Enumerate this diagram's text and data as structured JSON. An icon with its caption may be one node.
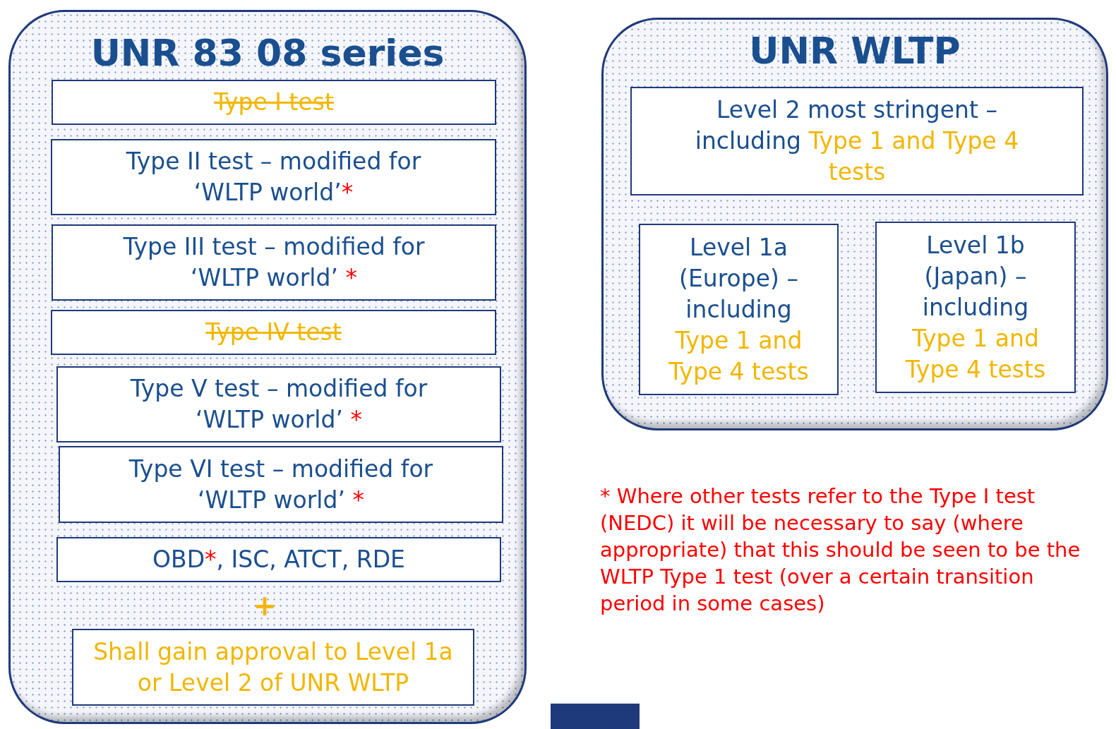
{
  "diagram": {
    "nodes": [
      {
        "text": [
          "UNR 83 08 series"
        ]
      },
      {
        "text": [
          "Type I test"
        ],
        "in": 0
      },
      {
        "text": [
          "Type II test – modified for ‘WLTP world’*"
        ],
        "in": 0
      },
      {
        "text": [
          "Type III test – modified for ‘WLTP world’ *"
        ],
        "in": 0
      },
      {
        "text": [
          "Type IV test"
        ],
        "in": 0
      },
      {
        "text": [
          "Type V test – modified for ‘WLTP world’ *"
        ],
        "in": 0
      },
      {
        "text": [
          "Type VI test – modified for ‘WLTP world’ *"
        ],
        "in": 0
      },
      {
        "text": [
          "OBD*, ISC, ATCT, RDE"
        ],
        "in": 0
      },
      {
        "text": [
          "Shall gain approval to Level 1a or Level 2 of UNR WLTP"
        ],
        "in": 0
      },
      {
        "text": [
          "UNR WLTP"
        ]
      },
      {
        "text": [
          "Level 2 most stringent – including Type 1 and Type 4 tests"
        ],
        "in": 9
      },
      {
        "text": [
          "Level 1a (Europe) – including Type 1 and Type 4 tests"
        ],
        "in": 9
      },
      {
        "text": [
          "Level 1b (Japan) – including Type 1 and Type 4 tests"
        ],
        "in": 9
      },
      {
        "text": [],
        "shape": "bar"
      }
    ],
    "labels": [
      "+",
      "* Where other tests refer to the Type I test (NEDC) it will be necessary to say (where appropriate) that this should be seen to be the WLTP Type 1 test (over a certain transition period in some cases)"
    ]
  }
}
